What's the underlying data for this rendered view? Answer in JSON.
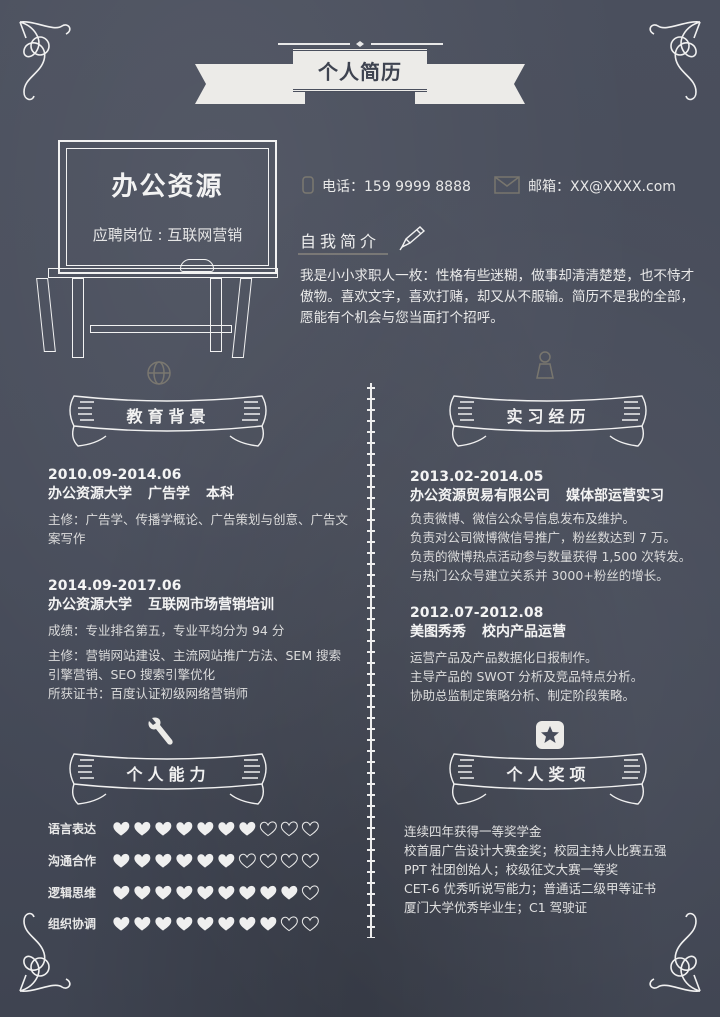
{
  "header": {
    "title": "个人简历"
  },
  "profile": {
    "name": "办公资源",
    "job_label": "应聘岗位 : 互联网营销",
    "phone": "电话：159 9999 8888",
    "email": "邮箱：XX@XXXX.com",
    "phone_icon": "phone-icon",
    "email_icon": "envelope-icon"
  },
  "self_intro": {
    "title": "自我简介",
    "icon": "pencil-icon",
    "text": "我是小小求职人一枚：性格有些迷糊，做事却清清楚楚，也不恃才傲物。喜欢文字，喜欢打赌，却又从不服输。简历不是我的全部，愿能有个机会与您当面打个招呼。"
  },
  "education": {
    "title": "教育背景",
    "icon": "globe-icon",
    "entries": [
      {
        "date": "2010.09-2014.06",
        "school": "办公资源大学",
        "major": "广告学",
        "degree": "本科",
        "details": [
          "主修：广告学、传播学概论、广告策划与创意、广告文案写作"
        ]
      },
      {
        "date": "2014.09-2017.06",
        "school": "办公资源大学",
        "major": "互联网市场营销培训",
        "degree": "",
        "details": [
          "成绩：专业排名第五，专业平均分为 94 分",
          "主修：营销网站建设、主流网站推广方法、SEM 搜索引擎营销、SEO 搜索引擎优化",
          "所获证书：百度认证初级网络营销师"
        ]
      }
    ]
  },
  "internship": {
    "title": "实习经历",
    "icon": "person-icon",
    "entries": [
      {
        "date": "2013.02-2014.05",
        "company": "办公资源贸易有限公司",
        "role": "媒体部运营实习",
        "details": [
          "负责微博、微信公众号信息发布及维护。",
          "负责对公司微博微信号推广，粉丝数达到 7 万。",
          "负责的微博热点活动参与数量获得 1,500 次转发。",
          "与热门公众号建立关系并 3000+粉丝的增长。"
        ]
      },
      {
        "date": "2012.07-2012.08",
        "company": "美图秀秀",
        "role": "校内产品运营",
        "details": [
          "运营产品及产品数据化日报制作。",
          "主导产品的 SWOT 分析及竞品特点分析。",
          "协助总监制定策略分析、制定阶段策略。"
        ]
      }
    ]
  },
  "skills": {
    "title": "个人能力",
    "icon": "wrench-icon",
    "max": 10,
    "items": [
      {
        "label": "语言表达",
        "filled": 7
      },
      {
        "label": "沟通合作",
        "filled": 6
      },
      {
        "label": "逻辑思维",
        "filled": 9
      },
      {
        "label": "组织协调",
        "filled": 8
      }
    ]
  },
  "awards": {
    "title": "个人奖项",
    "icon": "star-badge-icon",
    "items": [
      "连续四年获得一等奖学金",
      "校首届广告设计大赛金奖；校园主持人比赛五强",
      "PPT 社团创始人；校级征文大赛一等奖",
      "CET-6 优秀听说写能力；普通话二级甲等证书",
      "厦门大学优秀毕业生；C1 驾驶证"
    ]
  },
  "colors": {
    "background": "#474c5a",
    "chalk": "#ecebe8",
    "text": "#e6e6e6"
  }
}
